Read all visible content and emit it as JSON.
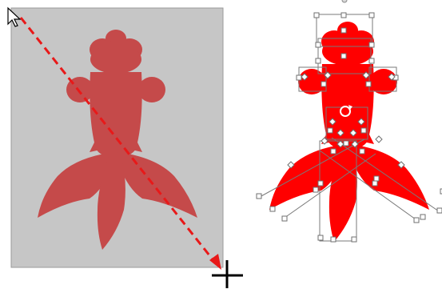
{
  "colors": {
    "canvas_background": "#ffffff",
    "placeholder_fill": "#c6c6c6",
    "placeholder_border": "#9a9a9a",
    "silhouette_fill": "#c54a4a",
    "selected_shape_fill": "#ff0000",
    "drag_arrow": "#e81919",
    "handle_fill": "#ffffff",
    "handle_stroke": "#6f6f6f",
    "cursor": "#000000"
  },
  "left_panel": {
    "description_icon": "goldfish-silhouette",
    "cursor_icons": [
      "arrow-cursor",
      "crosshair-cursor"
    ]
  },
  "right_panel": {
    "description_icon": "goldfish-shape-parts",
    "selection": "multiple-shapes-selected",
    "rotation_handle_icon": "rotate-icon"
  }
}
